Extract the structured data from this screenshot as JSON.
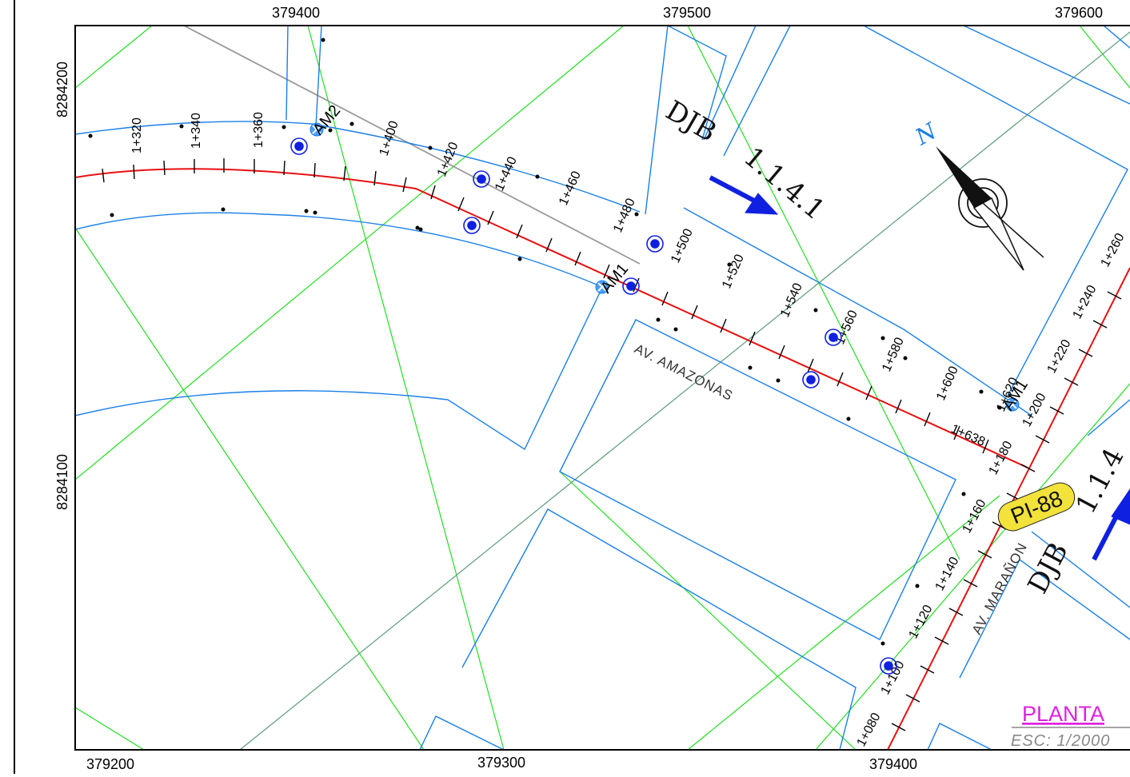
{
  "map": {
    "top_eastings": [
      "379400",
      "379500",
      "379600"
    ],
    "bottom_eastings": [
      "379200",
      "379300",
      "379400"
    ],
    "northings": [
      "8284200",
      "8284100"
    ],
    "stations_main": [
      "1+320",
      "1+340",
      "1+360",
      "1+400",
      "1+420",
      "1+440",
      "1+460",
      "1+480",
      "1+500",
      "1+520",
      "1+540",
      "1+560",
      "1+580",
      "1+600",
      "1+620",
      "1+638"
    ],
    "stations_branch": [
      "1+080",
      "1+100",
      "1+120",
      "1+140",
      "1+160",
      "1+180",
      "1+200",
      "1+220",
      "1+240",
      "1+260"
    ],
    "manholes": [
      "AM2",
      "AM1",
      "AM1"
    ],
    "streets": [
      "AV. AMAZONAS",
      "AV. MARAÑON"
    ],
    "djb_main": "DJB",
    "djb_main_code": "1.1.4.1",
    "djb_branch": "DJB",
    "djb_branch_code": "1.1.4",
    "pi_label": "PI-88",
    "north_label": "N",
    "title": "PLANTA",
    "scale": "ESC: 1/2000",
    "colors": {
      "axis_red": "#e81010",
      "block_blue": "#1a7fe8",
      "parcel_green": "#22dd22",
      "gray_line": "#9a9a9a",
      "teal_line": "#5a9a7a",
      "arrow_blue": "#1020e0",
      "pi_fill": "#f2e23a",
      "title_magenta": "#e020e0"
    },
    "icons": [
      "north-arrow-icon",
      "flow-arrow-icon",
      "manhole-icon",
      "existing-node-icon"
    ]
  }
}
